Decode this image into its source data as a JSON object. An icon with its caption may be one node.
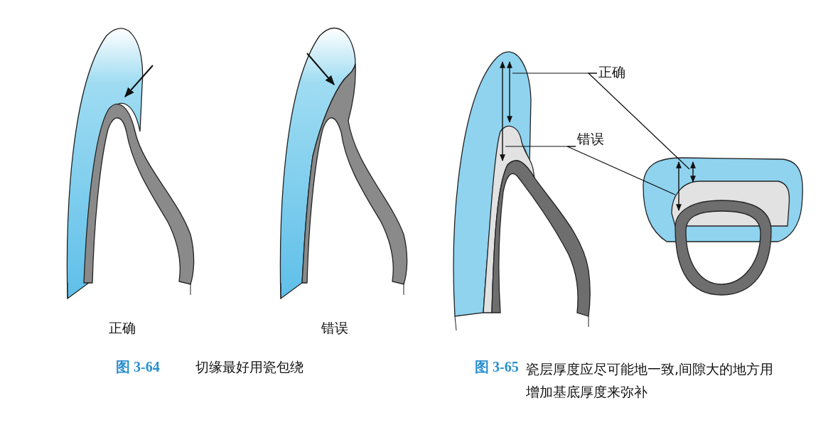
{
  "diagram": {
    "nodes": [
      {
        "text": [
          "正确"
        ]
      },
      {
        "text": [
          "错误"
        ]
      },
      {
        "text": [],
        "shape": "arrow"
      },
      {
        "text": [],
        "shape": "arrow"
      },
      {
        "text": [],
        "shape": "arrow"
      },
      {
        "text": [],
        "shape": "arrow"
      }
    ],
    "edges": [
      {
        "from": 0,
        "to": 2,
        "arrow": "none"
      },
      {
        "from": 0,
        "to": 3,
        "arrow": "none"
      },
      {
        "from": 1,
        "to": 4,
        "arrow": "none"
      },
      {
        "from": 1,
        "to": 5,
        "arrow": "none"
      }
    ],
    "labels": [
      "正确",
      "错误",
      "图 3-64",
      "切缘最好用瓷包绕",
      "图 3-65",
      "瓷层厚度应尽可能地一致,间隙大的地方用增加基底厚度来弥补"
    ]
  }
}
